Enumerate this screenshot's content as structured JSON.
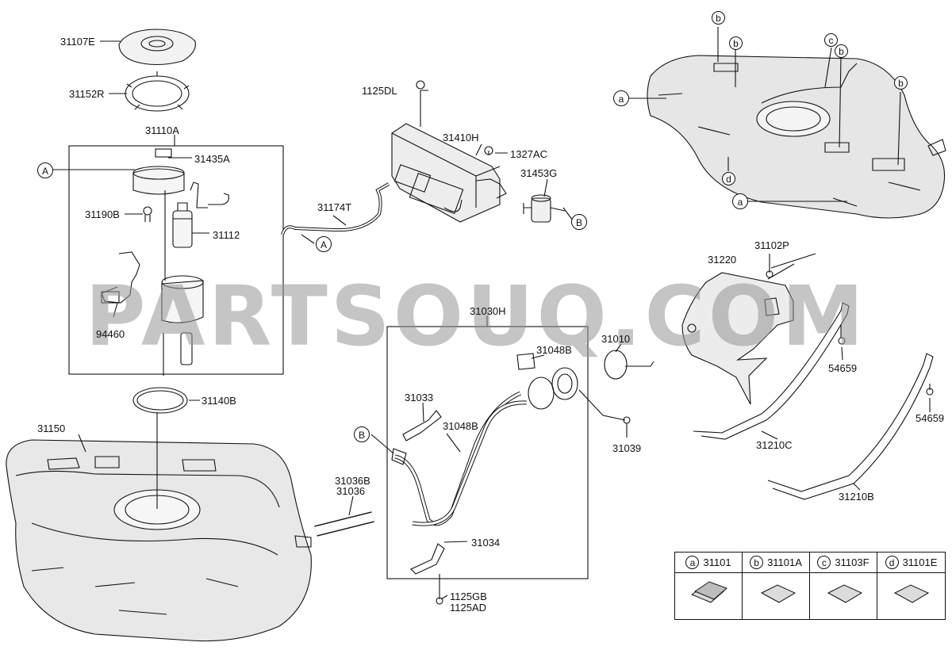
{
  "watermark": "PARTSOUQ.COM",
  "labels": {
    "p31107E": "31107E",
    "p31152R": "31152R",
    "p31110A": "31110A",
    "p31435A": "31435A",
    "p31190B": "31190B",
    "p31112": "31112",
    "p94460": "94460",
    "p31140B": "31140B",
    "p31150": "31150",
    "p1125DL": "1125DL",
    "p31410H": "31410H",
    "p1327AC": "1327AC",
    "p31453G": "31453G",
    "p31174T": "31174T",
    "p31030H": "31030H",
    "p31048B_top": "31048B",
    "p31010": "31010",
    "p31033": "31033",
    "p31048B_mid": "31048B",
    "p31039": "31039",
    "p31036B": "31036B",
    "p31036": "31036",
    "p31034": "31034",
    "p1125GB": "1125GB",
    "p1125AD": "1125AD",
    "p31220": "31220",
    "p31102P": "31102P",
    "p54659_a": "54659",
    "p54659_b": "54659",
    "p31210C": "31210C",
    "p31210B": "31210B"
  },
  "callouts": {
    "A1": "A",
    "A2": "A",
    "B1": "B",
    "B2": "B",
    "a1": "a",
    "a2": "a",
    "b1": "b",
    "b2": "b",
    "b3": "b",
    "b4": "b",
    "c1": "c",
    "d1": "d"
  },
  "legend": [
    {
      "key": "a",
      "part": "31101"
    },
    {
      "key": "b",
      "part": "31101A"
    },
    {
      "key": "c",
      "part": "31103F"
    },
    {
      "key": "d",
      "part": "31101E"
    }
  ]
}
